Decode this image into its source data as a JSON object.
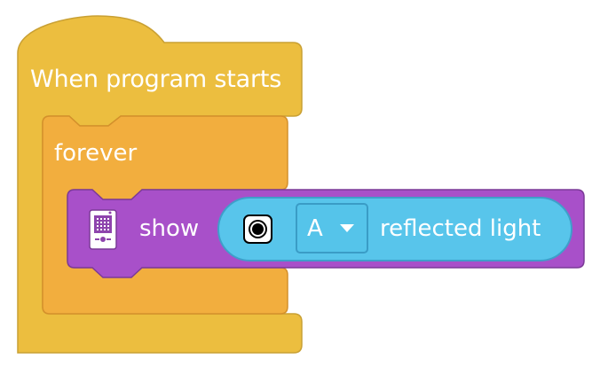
{
  "blocks": {
    "hat": {
      "label": "When program starts",
      "color": "#ECBE3F",
      "border": "#C9A033"
    },
    "forever": {
      "label": "forever",
      "color": "#F2AE3E",
      "border": "#D4902B"
    },
    "show": {
      "label": "show",
      "color": "#A850C9",
      "border": "#7B3A97",
      "icon": "hub-display-icon",
      "reporter": {
        "sensor_icon": "color-sensor-icon",
        "port_value": "A",
        "dropdown_icon": "chevron-down-icon",
        "label": "reflected light",
        "color": "#58C5EB",
        "border": "#3E9FCA"
      }
    }
  }
}
